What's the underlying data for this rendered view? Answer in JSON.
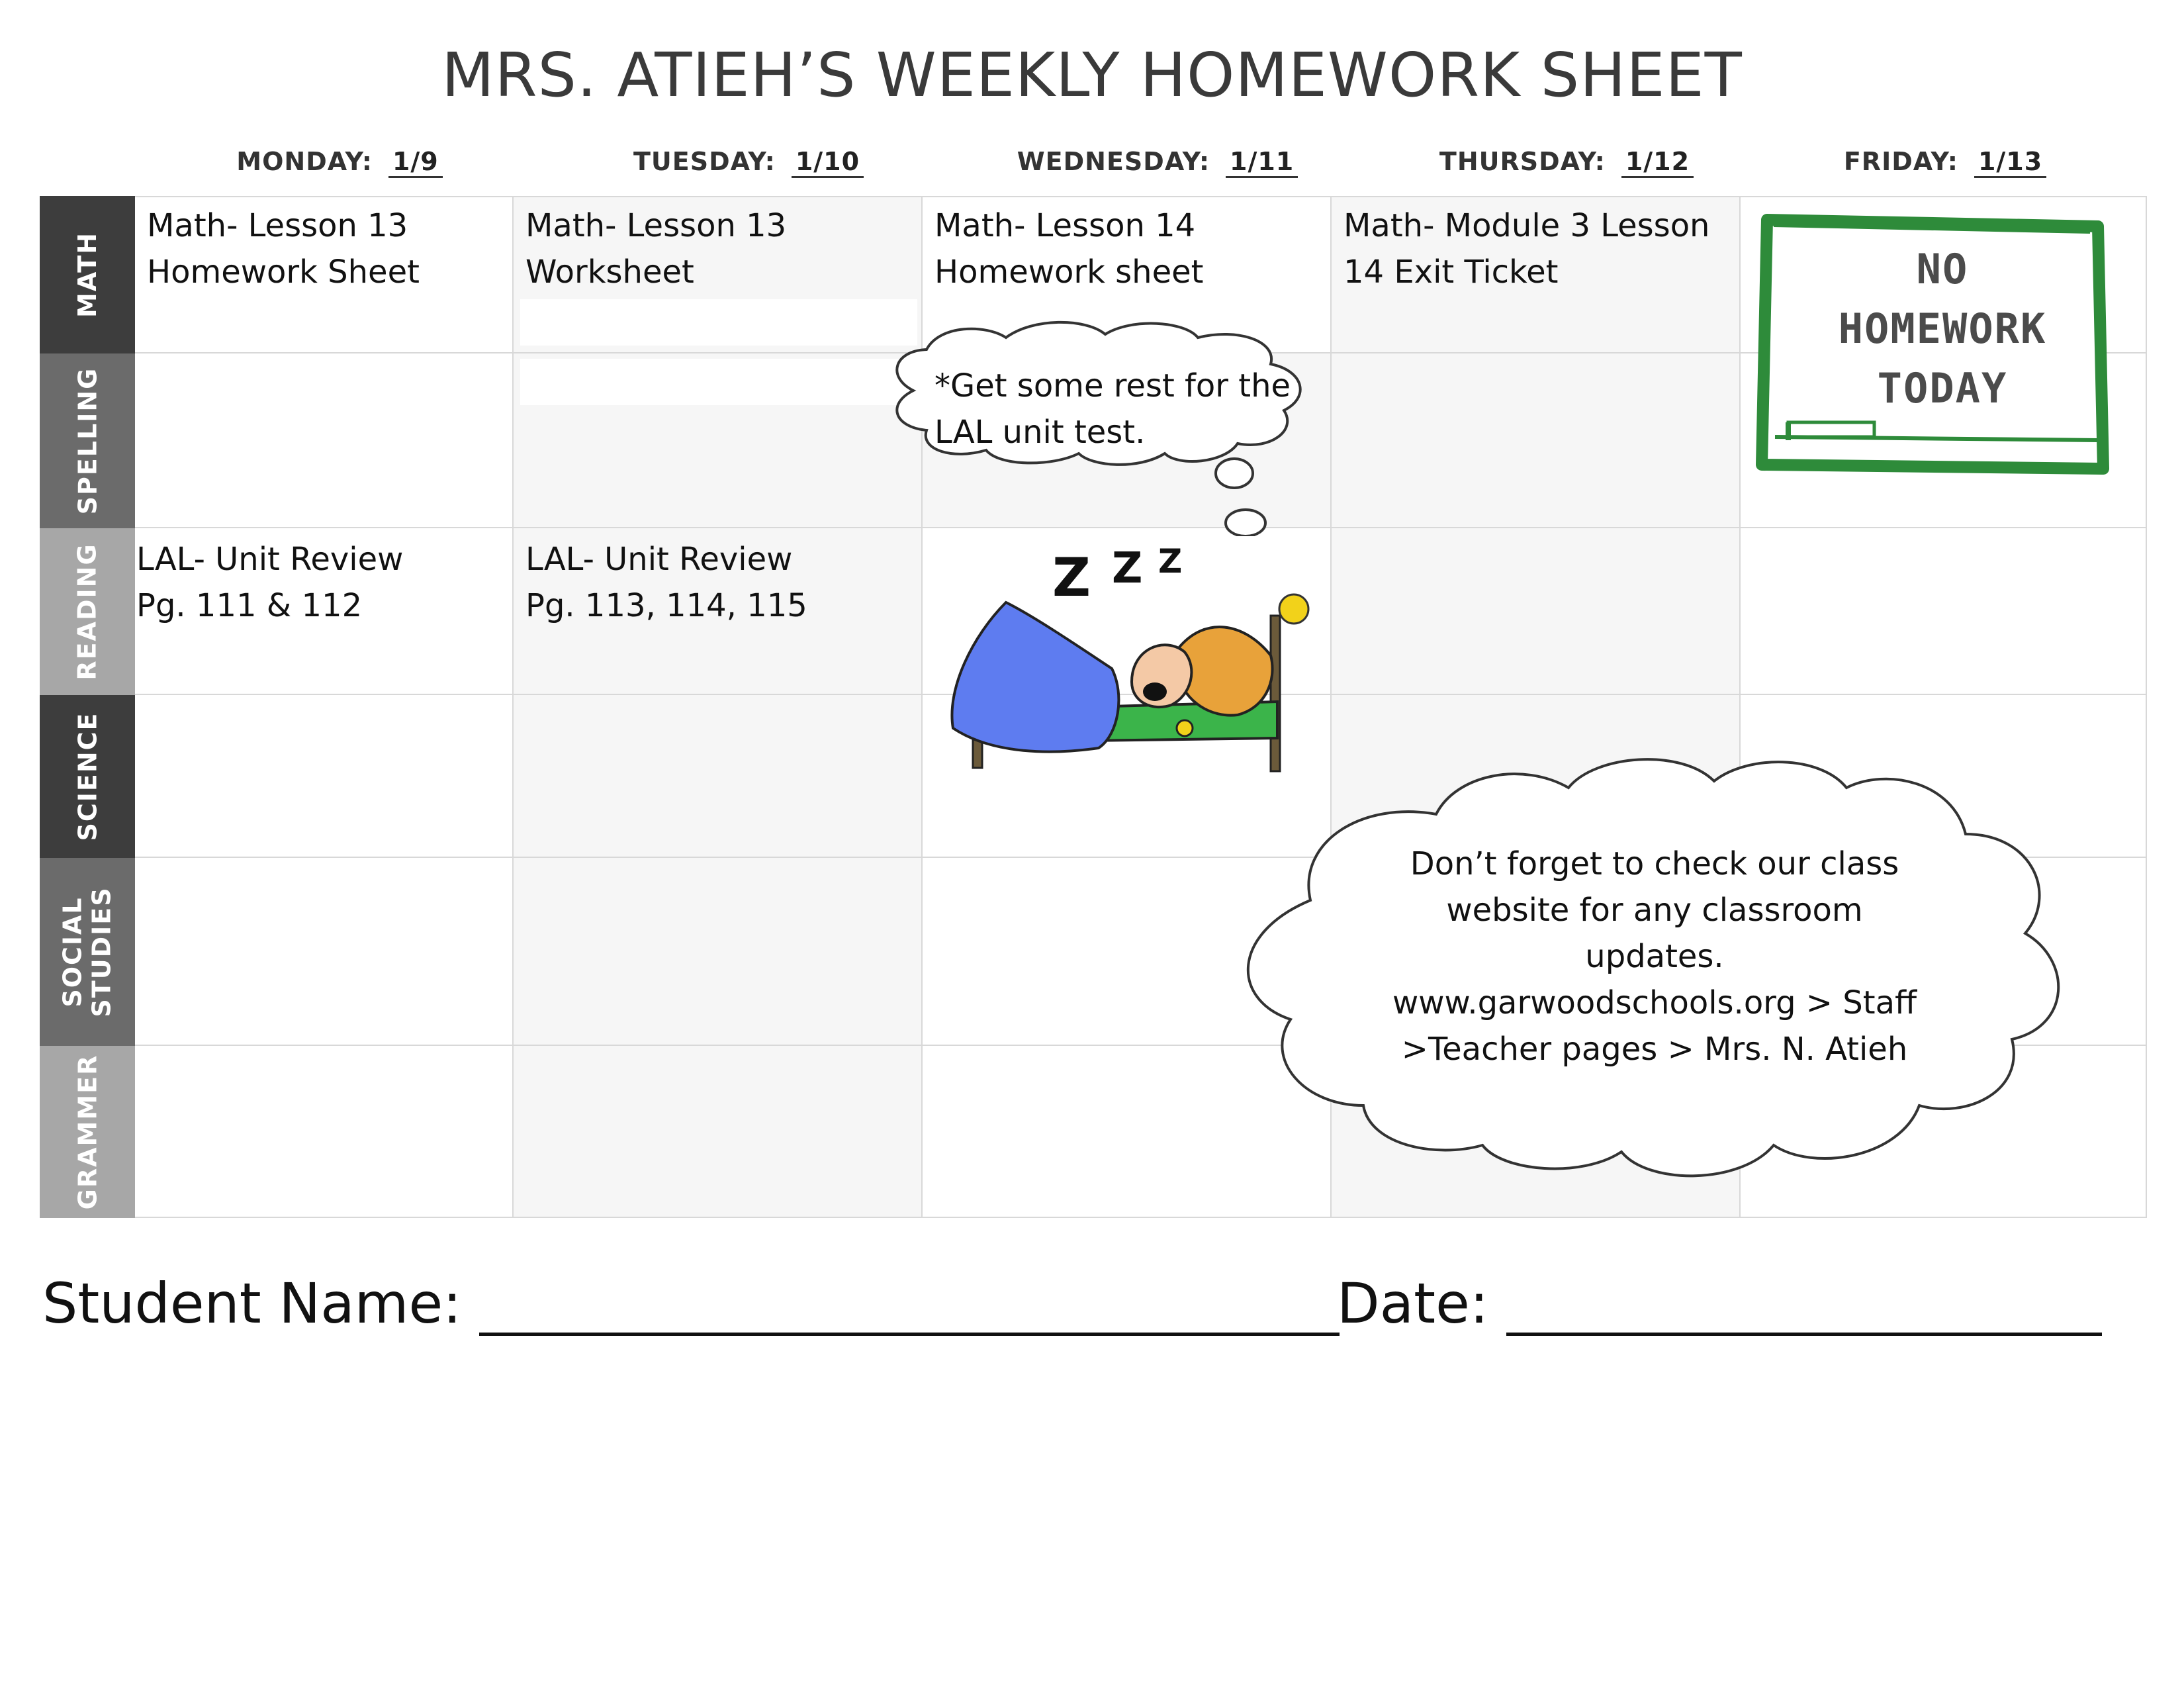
{
  "title": "MRS. ATIEH’S WEEKLY HOMEWORK SHEET",
  "days": [
    {
      "label": "MONDAY:",
      "date": "1/9"
    },
    {
      "label": "TUESDAY:",
      "date": "1/10"
    },
    {
      "label": "WEDNESDAY:",
      "date": "1/11"
    },
    {
      "label": "THURSDAY:",
      "date": "1/12"
    },
    {
      "label": "FRIDAY:",
      "date": "1/13"
    }
  ],
  "subjects": [
    "MATH",
    "SPELLING",
    "READING",
    "SCIENCE",
    "SOCIAL\nSTUDIES",
    "GRAMMER"
  ],
  "subject_colors": [
    "#3d3d3d",
    "#6b6b6b",
    "#a7a7a7",
    "#3d3d3d",
    "#6b6b6b",
    "#a7a7a7"
  ],
  "cells": {
    "math": [
      "Math- Lesson 13\nHomework Sheet",
      "Math- Lesson 13\nWorksheet",
      "Math- Lesson 14\nHomework sheet",
      "Math-  Module 3 Lesson\n14 Exit Ticket"
    ],
    "reading": [
      "LAL- Unit Review\nPg. 111 & 112",
      "LAL-  Unit Review\nPg. 113, 114, 115"
    ]
  },
  "thought_bubble": "*Get some rest for the\nLAL unit test.",
  "no_homework": [
    "NO",
    "HOMEWORK",
    "TODAY"
  ],
  "cloud_note": [
    "Don’t forget to check our class",
    "website for any classroom",
    "updates.",
    "www.garwoodschools.org > Staff",
    ">Teacher pages > Mrs. N. Atieh"
  ],
  "footer": {
    "student_name_label": "Student Name:",
    "date_label": "Date:"
  },
  "accent_green": "#2e8b3a"
}
